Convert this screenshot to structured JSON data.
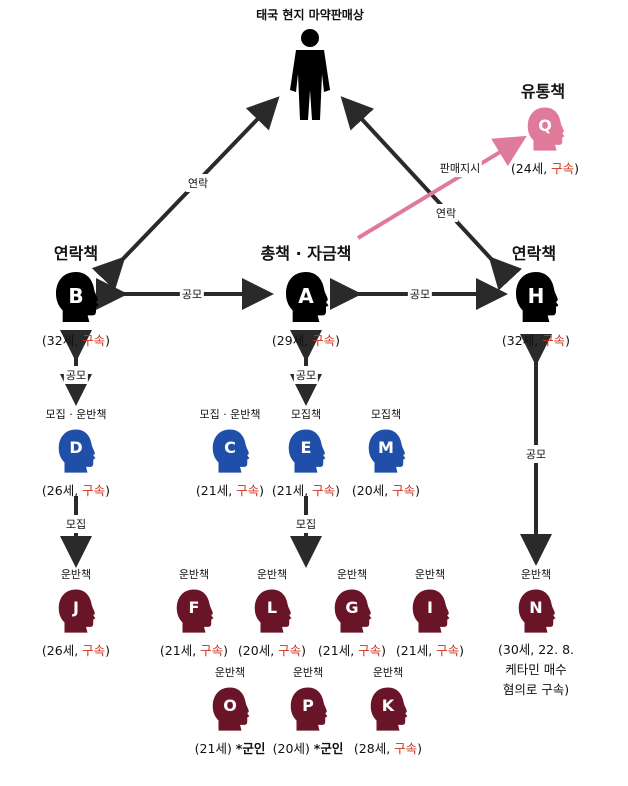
{
  "title": "태국 현지 마약판매상",
  "top_left_role": "연락책",
  "top_center_role": "총책 · 자금책",
  "top_right_role": "연락책",
  "q_role": "유통책",
  "edge_labels": {
    "contact_left": "연락",
    "contact_right": "연락",
    "sales_order": "판매지시",
    "conspire_ba": "공모",
    "conspire_ah": "공모",
    "conspire_bd": "공모",
    "conspire_ae": "공모",
    "conspire_hn": "공모",
    "recruit_dj": "모집",
    "recruit_e": "모집"
  },
  "colors": {
    "black": "#000000",
    "blue": "#1f4fa8",
    "maroon": "#6a1527",
    "pink": "#e07a9a",
    "red": "#d1301c",
    "arrow": "#2a2a2a",
    "arrow_pink": "#e07a9a"
  },
  "nodes": {
    "B": {
      "letter": "B",
      "info_pre": "(32세, ",
      "info_red": "구속",
      "info_post": ")"
    },
    "A": {
      "letter": "A",
      "info_pre": "(29세, ",
      "info_red": "구속",
      "info_post": ")"
    },
    "H": {
      "letter": "H",
      "info_pre": "(32세, ",
      "info_red": "구속",
      "info_post": ")"
    },
    "Q": {
      "letter": "Q",
      "info_pre": "(24세, ",
      "info_red": "구속",
      "info_post": ")"
    },
    "D": {
      "letter": "D",
      "role": "모집 · 운반책",
      "info_pre": "(26세, ",
      "info_red": "구속",
      "info_post": ")"
    },
    "C": {
      "letter": "C",
      "role": "모집 · 운반책",
      "info_pre": "(21세, ",
      "info_red": "구속",
      "info_post": ")"
    },
    "E": {
      "letter": "E",
      "role": "모집책",
      "info_pre": "(21세, ",
      "info_red": "구속",
      "info_post": ")"
    },
    "M": {
      "letter": "M",
      "role": "모집책",
      "info_pre": "(20세, ",
      "info_red": "구속",
      "info_post": ")"
    },
    "J": {
      "letter": "J",
      "role": "운반책",
      "info_pre": "(26세, ",
      "info_red": "구속",
      "info_post": ")"
    },
    "F": {
      "letter": "F",
      "role": "운반책",
      "info_pre": "(21세, ",
      "info_red": "구속",
      "info_post": ")"
    },
    "L": {
      "letter": "L",
      "role": "운반책",
      "info_pre": "(20세, ",
      "info_red": "구속",
      "info_post": ")"
    },
    "G": {
      "letter": "G",
      "role": "운반책",
      "info_pre": "(21세, ",
      "info_red": "구속",
      "info_post": ")"
    },
    "I": {
      "letter": "I",
      "role": "운반책",
      "info_pre": "(21세, ",
      "info_red": "구속",
      "info_post": ")"
    },
    "N": {
      "letter": "N",
      "role": "운반책",
      "info_line1": "(30세, 22. 8.",
      "info_line2": "케타민 매수",
      "info_line3": "혐의로 구속)"
    },
    "O": {
      "letter": "O",
      "role": "운반책",
      "info_plain": "(21세) ",
      "info_bold": "*군인"
    },
    "P": {
      "letter": "P",
      "role": "운반책",
      "info_plain": "(20세) ",
      "info_bold": "*군인"
    },
    "K": {
      "letter": "K",
      "role": "운반책",
      "info_pre": "(28세, ",
      "info_red": "구속",
      "info_post": ")"
    }
  }
}
